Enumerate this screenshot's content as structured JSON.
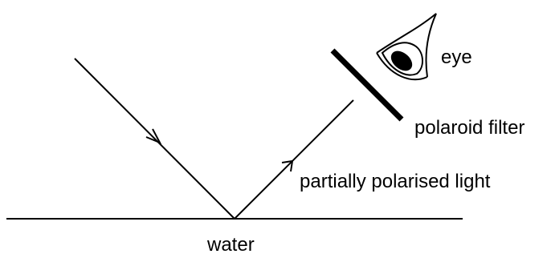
{
  "labels": {
    "eye": "eye",
    "filter": "polaroid filter",
    "light": "partially polarised light",
    "surface": "water"
  }
}
